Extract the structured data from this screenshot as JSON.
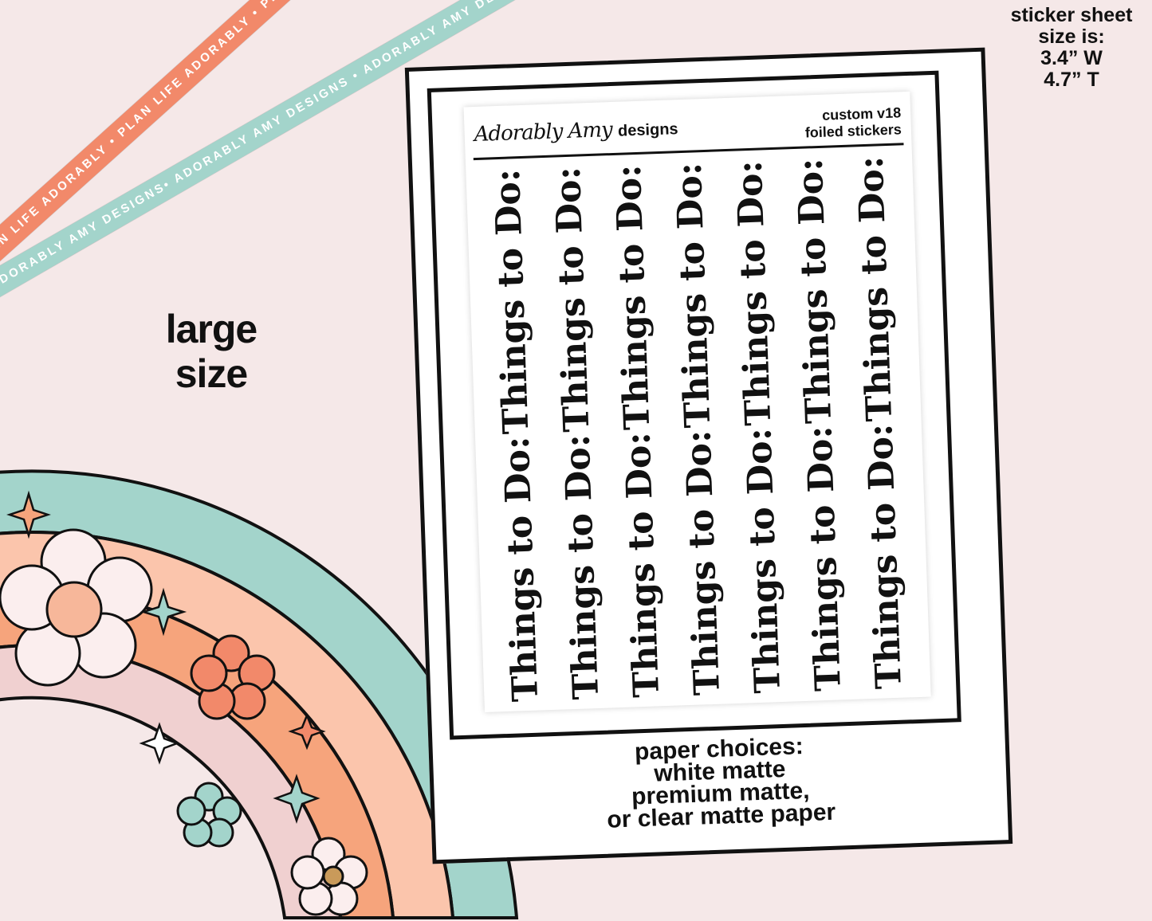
{
  "ribbons": {
    "orange": "PLAN LIFE ADORABLY • PLAN LIFE ADORABLY • PLAN LIFE ADORABLY",
    "teal": "ADORABLY AMY DESIGNS• ADORABLY AMY DESIGNS • ADORABLY AMY DESIGNS"
  },
  "size_label": [
    "large",
    "size"
  ],
  "size_info": [
    "sticker sheet",
    "size is:",
    "3.4” W",
    "4.7” T"
  ],
  "sheet": {
    "logo_script": "Adorably Amy",
    "logo_word": "designs",
    "subtitle": [
      "custom v18",
      "foiled stickers"
    ],
    "sticker_text": "Things to Do:",
    "columns": 7,
    "rows": 2
  },
  "paper_choices": [
    "paper choices:",
    "white matte",
    "premium matte,",
    "or clear matte paper"
  ],
  "colors": {
    "background": "#f5e8e8",
    "teal": "#a3d4cb",
    "orange": "#f2896a",
    "peach": "#fbc5ac",
    "pink": "#f0d0d0"
  }
}
